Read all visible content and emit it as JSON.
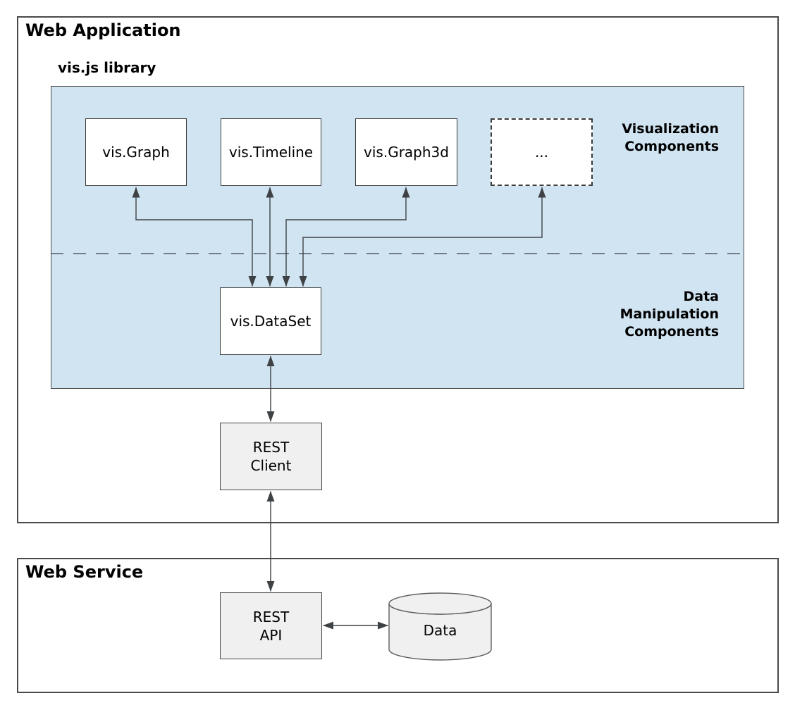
{
  "colors": {
    "panel-blue": "#d1e4f2",
    "box-gray": "#f0f0f0",
    "line-dark": "#3f4245",
    "border-dark": "#4a4a4a"
  },
  "web_application": {
    "title": "Web Application",
    "visjs_library": {
      "title": "vis.js library",
      "visualization_label_lines": [
        "Visualization",
        "Components"
      ],
      "data_manipulation_label_lines": [
        "Data",
        "Manipulation",
        "Components"
      ],
      "components": [
        {
          "label": "vis.Graph"
        },
        {
          "label": "vis.Timeline"
        },
        {
          "label": "vis.Graph3d"
        },
        {
          "label": "..."
        }
      ],
      "dataset_label": "vis.DataSet"
    },
    "rest_client_lines": [
      "REST",
      "Client"
    ]
  },
  "web_service": {
    "title": "Web Service",
    "rest_api_lines": [
      "REST",
      "API"
    ],
    "datastore_label": "Data"
  }
}
